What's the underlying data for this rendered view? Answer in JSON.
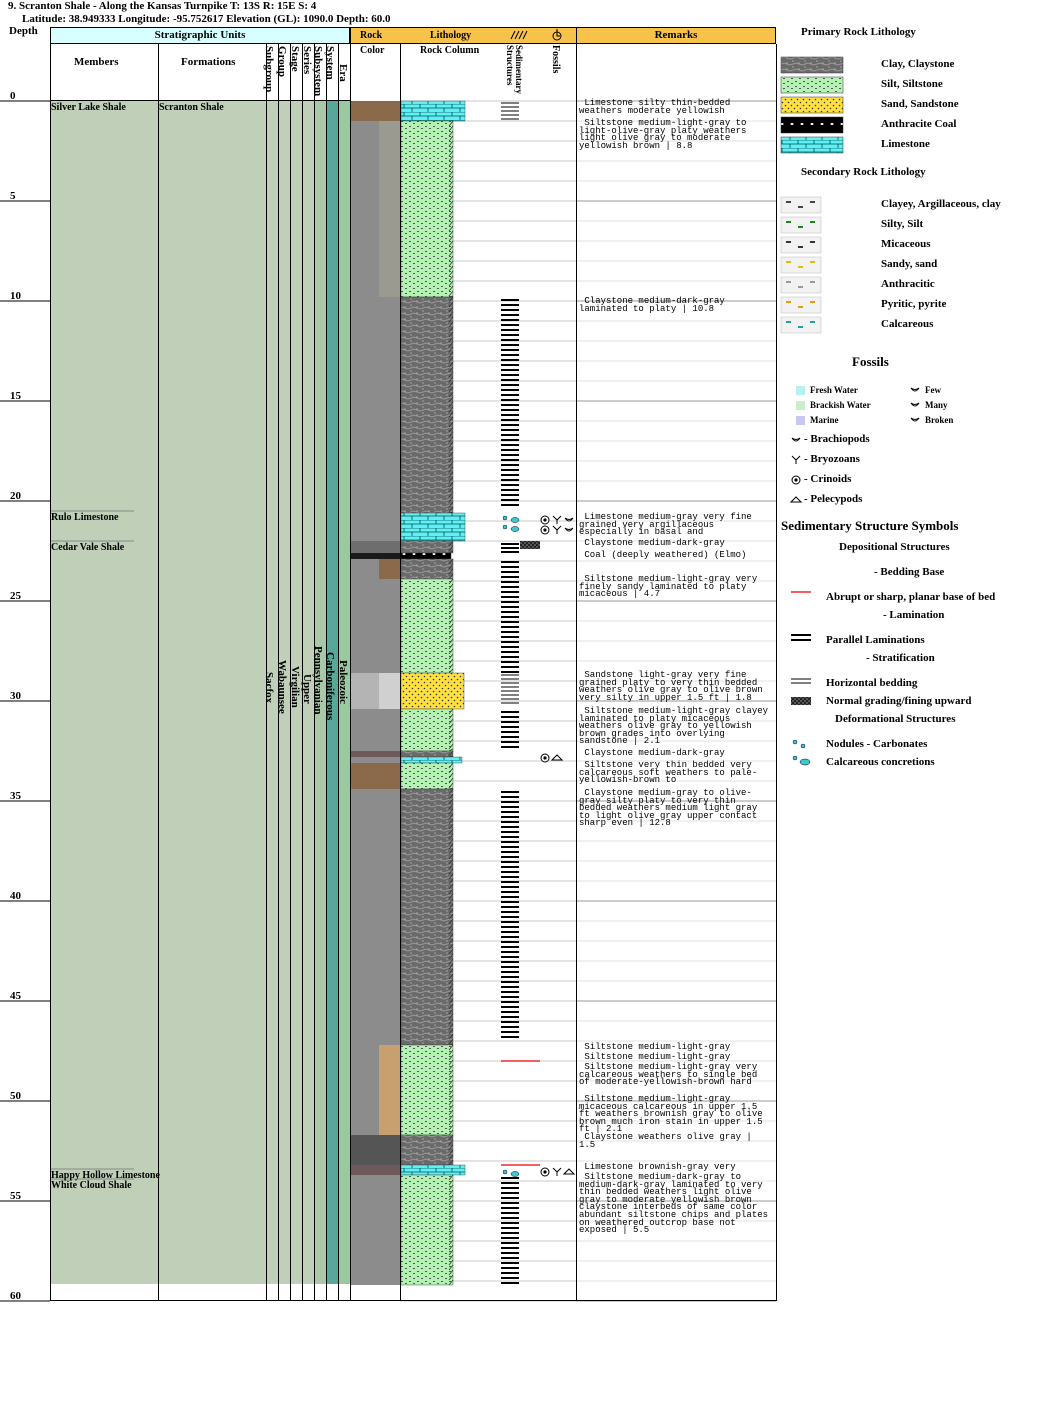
{
  "header": {
    "line1": "9. Scranton Shale - Along the Kansas Turnpike T: 13S R: 15E S: 4",
    "line2": "Latitude: 38.949333 Longitude: -95.752617 Elevation (GL): 1090.0 Depth: 60.0"
  },
  "columns": {
    "depth": "Depth",
    "strat_units": "Stratigraphic Units",
    "members": "Members",
    "formations": "Formations",
    "ranks": [
      "Subgroup",
      "Group",
      "Stage",
      "Series",
      "Subsystem",
      "System",
      "Era"
    ],
    "rock": "Rock",
    "color": "Color",
    "lithology": "Lithology",
    "rock_column": "Rock Column",
    "sed": "Sedimentary Structures",
    "fossils": "Fossils",
    "remarks": "Remarks"
  },
  "depth_ticks": [
    "0",
    "5",
    "10",
    "15",
    "20",
    "25",
    "30",
    "35",
    "40",
    "45",
    "50",
    "55",
    "60"
  ],
  "members": [
    {
      "depth": 0,
      "text": "Silver Lake Shale"
    },
    {
      "depth": 20.5,
      "text": "Rulo Limestone"
    },
    {
      "depth": 22.0,
      "text": "Cedar Vale Shale"
    },
    {
      "depth": 53.4,
      "text": "Happy Hollow Limestone"
    },
    {
      "depth": 53.9,
      "text": "White Cloud Shale"
    }
  ],
  "formations": [
    {
      "depth": 0,
      "text": "Scranton Shale"
    }
  ],
  "rank_values": [
    "Sacfox",
    "Wabaunsee",
    "Virgilian",
    "Upper",
    "Pennsylvanian",
    "Carboniferous",
    "Paleozoic"
  ],
  "remarks": [
    {
      "depth": 0.0,
      "text": " Limestone silty thin-bedded weathers moderate yellowish"
    },
    {
      "depth": 1.0,
      "text": " Siltstone medium-light-gray to light-olive-gray platy weathers light olive gray to moderate yellowish brown | 8.8"
    },
    {
      "depth": 9.9,
      "text": " Claystone medium-dark-gray laminated to platy | 10.8"
    },
    {
      "depth": 20.7,
      "text": " Limestone medium-gray very fine grained very argillaceous especially in basal and"
    },
    {
      "depth": 22.0,
      "text": " Claystone medium-dark-gray"
    },
    {
      "depth": 22.6,
      "text": " Coal (deeply weathered) (Elmo)"
    },
    {
      "depth": 23.8,
      "text": " Siltstone medium-light-gray very finely sandy laminated to platy micaceous | 4.7"
    },
    {
      "depth": 28.6,
      "text": " Sandstone light-gray very fine grained platy to very thin bedded weathers olive gray to olive brown very silty in upper 1.5 ft | 1.8"
    },
    {
      "depth": 30.4,
      "text": " Siltstone medium-light-gray clayey laminated to platy micaceous weathers olive gray to yellowish brown grades into overlying sandstone | 2.1"
    },
    {
      "depth": 32.5,
      "text": " Claystone medium-dark-gray"
    },
    {
      "depth": 33.1,
      "text": " Siltstone very thin bedded very calcareous soft weathers to pale-yellowish-brown to"
    },
    {
      "depth": 34.5,
      "text": " Claystone medium-gray to olive-gray silty platy to very thin bedded weathers medium light gray to light olive gray upper contact sharp even | 12.8"
    },
    {
      "depth": 47.2,
      "text": " Siltstone medium-light-gray"
    },
    {
      "depth": 47.7,
      "text": " Siltstone medium-light-gray"
    },
    {
      "depth": 48.2,
      "text": " Siltstone medium-light-gray very calcareous weathers to single bed of moderate-yellowish-brown hard"
    },
    {
      "depth": 49.8,
      "text": " Siltstone medium-light-gray micaceous calcareous in upper 1.5 ft weathers brownish gray to olive brown much iron stain in upper 1.5 ft | 2.1"
    },
    {
      "depth": 51.7,
      "text": " Claystone weathers olive gray | 1.5"
    },
    {
      "depth": 53.2,
      "text": " Limestone brownish-gray very"
    },
    {
      "depth": 53.7,
      "text": " Siltstone medium-dark-gray to medium-dark-gray laminated to very thin bedded weathers light olive gray to moderate yellowish brown claystone interbeds of same color abundant siltstone chips and plates on weathered outcrop base not exposed | 5.5"
    }
  ],
  "layers": [
    {
      "top": 0,
      "bot": 1,
      "lith": "limestone",
      "color": "#8a6a4a",
      "color2": "#8a6a4a",
      "w": 1.0
    },
    {
      "top": 1,
      "bot": 9.8,
      "lith": "siltstone",
      "color": "#8c8c8c",
      "color2": "#9a9a90",
      "w": 0.82
    },
    {
      "top": 9.8,
      "bot": 20.6,
      "lith": "claystone",
      "color": "#8c8c8c",
      "color2": "#8c8c8c",
      "w": 0.82
    },
    {
      "top": 20.6,
      "bot": 22.0,
      "lith": "limestone",
      "color": "#8c8c8c",
      "color2": "#8c8c8c",
      "w": 1.0
    },
    {
      "top": 22.0,
      "bot": 22.6,
      "lith": "claystone",
      "color": "#6e6e6e",
      "color2": "#6e6e6e",
      "w": 0.82
    },
    {
      "top": 22.6,
      "bot": 22.9,
      "lith": "coal",
      "color": "#1a1a1a",
      "color2": "#1a1a1a",
      "w": 0.78
    },
    {
      "top": 22.9,
      "bot": 23.9,
      "lith": "claystone",
      "color": "#8c8c8c",
      "color2": "#8a6a4a",
      "w": 0.82
    },
    {
      "top": 23.9,
      "bot": 28.6,
      "lith": "siltstone",
      "color": "#8c8c8c",
      "color2": "#8c8c8c",
      "w": 0.82
    },
    {
      "top": 28.6,
      "bot": 30.4,
      "lith": "sandstone",
      "color": "#b4b4b4",
      "color2": "#d0d0d0",
      "w": 0.98
    },
    {
      "top": 30.4,
      "bot": 32.5,
      "lith": "siltstone",
      "color": "#8c8c8c",
      "color2": "#8c8c8c",
      "w": 0.82
    },
    {
      "top": 32.5,
      "bot": 32.8,
      "lith": "claystone",
      "color": "#6e5a5a",
      "color2": "#6e5a5a",
      "w": 0.82
    },
    {
      "top": 32.8,
      "bot": 33.1,
      "lith": "limestone",
      "color": "#8c8c8c",
      "color2": "#8c8c8c",
      "w": 0.95
    },
    {
      "top": 33.1,
      "bot": 34.4,
      "lith": "siltstone",
      "color": "#8a6a4a",
      "color2": "#8a6a4a",
      "w": 0.82
    },
    {
      "top": 34.4,
      "bot": 47.2,
      "lith": "claystone",
      "color": "#8c8c8c",
      "color2": "#8c8c8c",
      "w": 0.82
    },
    {
      "top": 47.2,
      "bot": 51.7,
      "lith": "siltstone",
      "color": "#8c8c8c",
      "color2": "#c8a070",
      "w": 0.82
    },
    {
      "top": 51.7,
      "bot": 53.2,
      "lith": "claystone",
      "color": "#555555",
      "color2": "#555555",
      "w": 0.82
    },
    {
      "top": 53.2,
      "bot": 53.7,
      "lith": "limestone",
      "color": "#6e5a5a",
      "color2": "#6e5a5a",
      "w": 1.0
    },
    {
      "top": 53.7,
      "bot": 59.2,
      "lith": "siltstone",
      "color": "#8c8c8c",
      "color2": "#8c8c8c",
      "w": 0.82
    }
  ],
  "sed_structures": [
    {
      "top": 0.0,
      "bot": 1.0,
      "type": "horizontal"
    },
    {
      "top": 9.8,
      "bot": 20.2,
      "type": "parallel"
    },
    {
      "top": 20.6,
      "bot": 21.6,
      "type": "nodules"
    },
    {
      "top": 22.0,
      "bot": 22.4,
      "type": "grading"
    },
    {
      "top": 22.9,
      "bot": 28.6,
      "type": "parallel"
    },
    {
      "top": 28.6,
      "bot": 30.2,
      "type": "horizontal"
    },
    {
      "top": 30.4,
      "bot": 32.3,
      "type": "parallel"
    },
    {
      "top": 34.4,
      "bot": 46.8,
      "type": "parallel"
    },
    {
      "top": 48.0,
      "bot": 48.1,
      "type": "abrupt"
    },
    {
      "top": 53.2,
      "bot": 53.3,
      "type": "abrupt"
    },
    {
      "top": 53.3,
      "bot": 53.6,
      "type": "nodules"
    },
    {
      "top": 53.7,
      "bot": 59.2,
      "type": "parallel"
    }
  ],
  "fossil_rows": [
    {
      "depth": 20.8,
      "symbols": [
        "crinoid",
        "bryozoan",
        "brachiopod"
      ]
    },
    {
      "depth": 21.3,
      "symbols": [
        "crinoid",
        "bryozoan",
        "brachiopod"
      ]
    },
    {
      "depth": 32.7,
      "symbols": [
        "crinoid",
        "pelecypod"
      ]
    },
    {
      "depth": 53.4,
      "symbols": [
        "crinoid",
        "bryozoan",
        "pelecypod"
      ]
    }
  ],
  "legend": {
    "primary_title": "Primary Rock Lithology",
    "primary": [
      {
        "key": "claystone",
        "label": "Clay, Claystone"
      },
      {
        "key": "siltstone",
        "label": "Silt, Siltstone"
      },
      {
        "key": "sandstone",
        "label": "Sand, Sandstone"
      },
      {
        "key": "coal",
        "label": "Anthracite Coal"
      },
      {
        "key": "limestone",
        "label": "Limestone"
      }
    ],
    "secondary_title": "Secondary Rock Lithology",
    "secondary": [
      {
        "key": "clayey",
        "label": "Clayey, Argillaceous, clay"
      },
      {
        "key": "silty",
        "label": "Silty, Silt"
      },
      {
        "key": "micaceous",
        "label": "Micaceous"
      },
      {
        "key": "sandy",
        "label": "Sandy, sand"
      },
      {
        "key": "anthracitic",
        "label": "Anthracitic"
      },
      {
        "key": "pyritic",
        "label": "Pyritic, pyrite"
      },
      {
        "key": "calcareous",
        "label": "Calcareous"
      }
    ],
    "fossils_title": "Fossils",
    "fossil_env": [
      {
        "label": "Fresh Water",
        "color": "#b8f0f0"
      },
      {
        "label": "Brackish Water",
        "color": "#c8f0c8"
      },
      {
        "label": "Marine",
        "color": "#c8c8f0"
      }
    ],
    "fossil_abund": [
      "Few",
      "Many",
      "Broken"
    ],
    "fossil_types": [
      {
        "key": "brachiopod",
        "label": "- Brachiopods"
      },
      {
        "key": "bryozoan",
        "label": "- Bryozoans"
      },
      {
        "key": "crinoid",
        "label": "- Crinoids"
      },
      {
        "key": "pelecypod",
        "label": "- Pelecypods"
      }
    ],
    "sed_title": "Sedimentary Structure Symbols",
    "dep_title": "Depositional Structures",
    "bedding_base": "- Bedding Base",
    "abrupt": "Abrupt or sharp, planar base of bed",
    "lamination": "- Lamination",
    "parallel": "Parallel Laminations",
    "stratification": "- Stratification",
    "horizontal": "Horizontal bedding",
    "grading": "Normal grading/fining upward",
    "deform_title": "Deformational Structures",
    "nodules": "Nodules - Carbonates",
    "concretions": "Calcareous concretions"
  }
}
